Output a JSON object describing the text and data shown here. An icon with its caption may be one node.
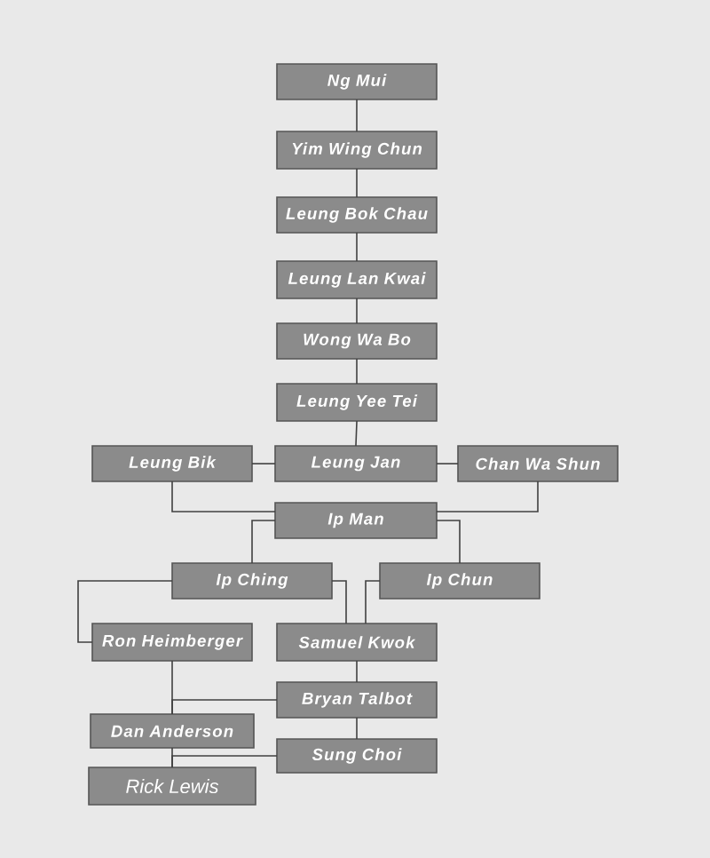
{
  "diagram": {
    "nodes": [
      {
        "text": [
          "Ng Mui"
        ]
      },
      {
        "text": [
          "Yim Wing Chun"
        ]
      },
      {
        "text": [
          "Leung Bok Chau"
        ]
      },
      {
        "text": [
          "Leung Lan Kwai"
        ]
      },
      {
        "text": [
          "Wong Wa Bo"
        ]
      },
      {
        "text": [
          "Leung Yee Tei"
        ]
      },
      {
        "text": [
          "Leung Bik"
        ]
      },
      {
        "text": [
          "Leung Jan"
        ]
      },
      {
        "text": [
          "Chan Wa Shun"
        ]
      },
      {
        "text": [
          "Ip Man"
        ]
      },
      {
        "text": [
          "Ip Ching"
        ]
      },
      {
        "text": [
          "Ip Chun"
        ]
      },
      {
        "text": [
          "Ron Heimberger"
        ]
      },
      {
        "text": [
          "Samuel Kwok"
        ]
      },
      {
        "text": [
          "Bryan Talbot"
        ]
      },
      {
        "text": [
          "Dan Anderson"
        ]
      },
      {
        "text": [
          "Sung Choi"
        ]
      },
      {
        "text": [
          "Rick Lewis"
        ]
      }
    ],
    "edges": [
      {
        "from": 0,
        "to": 1,
        "arrow": "none"
      },
      {
        "from": 1,
        "to": 2,
        "arrow": "none"
      },
      {
        "from": 2,
        "to": 3,
        "arrow": "none"
      },
      {
        "from": 3,
        "to": 4,
        "arrow": "none"
      },
      {
        "from": 4,
        "to": 5,
        "arrow": "none"
      },
      {
        "from": 5,
        "to": 7,
        "arrow": "none"
      },
      {
        "from": 7,
        "to": 6,
        "arrow": "none"
      },
      {
        "from": 7,
        "to": 8,
        "arrow": "none"
      },
      {
        "from": 6,
        "to": 9,
        "arrow": "none"
      },
      {
        "from": 8,
        "to": 9,
        "arrow": "none"
      },
      {
        "from": 9,
        "to": 10,
        "arrow": "none"
      },
      {
        "from": 9,
        "to": 11,
        "arrow": "none"
      },
      {
        "from": 10,
        "to": 12,
        "arrow": "none"
      },
      {
        "from": 10,
        "to": 13,
        "arrow": "none"
      },
      {
        "from": 11,
        "to": 13,
        "arrow": "none"
      },
      {
        "from": 13,
        "to": 14,
        "arrow": "none"
      },
      {
        "from": 12,
        "to": 15,
        "arrow": "none"
      },
      {
        "from": 14,
        "to": 15,
        "arrow": "none"
      },
      {
        "from": 14,
        "to": 16,
        "arrow": "none"
      },
      {
        "from": 15,
        "to": 17,
        "arrow": "none"
      },
      {
        "from": 16,
        "to": 17,
        "arrow": "none"
      }
    ]
  }
}
